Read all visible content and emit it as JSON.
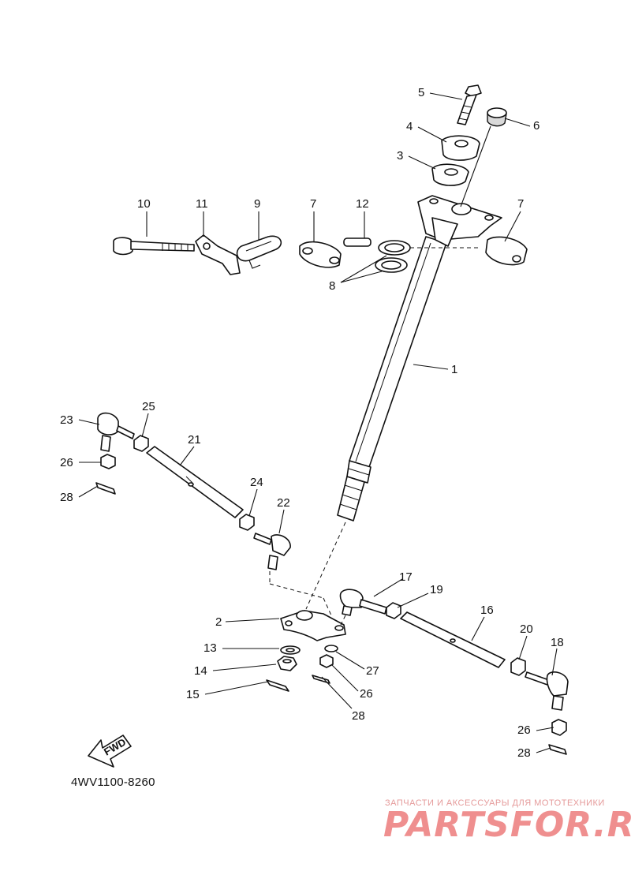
{
  "diagram": {
    "callouts": {
      "c1": "1",
      "c2": "2",
      "c3": "3",
      "c4": "4",
      "c5": "5",
      "c6": "6",
      "c7a": "7",
      "c7b": "7",
      "c8": "8",
      "c9": "9",
      "c10": "10",
      "c11": "11",
      "c12": "12",
      "c13": "13",
      "c14": "14",
      "c15": "15",
      "c16": "16",
      "c17": "17",
      "c18": "18",
      "c19": "19",
      "c20": "20",
      "c21": "21",
      "c22": "22",
      "c23": "23",
      "c24": "24",
      "c25": "25",
      "c26a": "26",
      "c26b": "26",
      "c26c": "26",
      "c27": "27",
      "c28a": "28",
      "c28b": "28",
      "c28c": "28"
    },
    "fwd_label": "FWD",
    "drawing_code": "4WV1100-8260"
  },
  "watermark": {
    "tagline": "ЗАПЧАСТИ И АКСЕССУАРЫ ДЛЯ МОТОТЕХНИКИ",
    "logo": "PARTSFOR.RU",
    "color": "#ef8f8f"
  }
}
